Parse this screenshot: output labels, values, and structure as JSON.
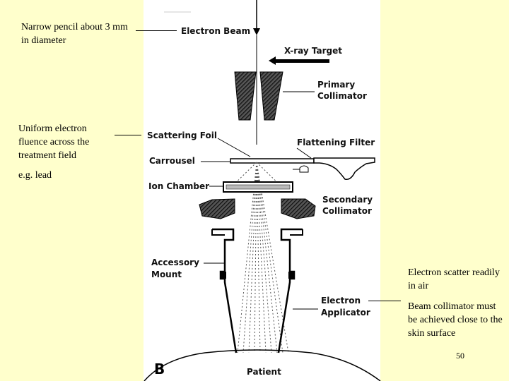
{
  "notes": {
    "narrow_pencil": "Narrow pencil about 3 mm in diameter",
    "uniform_fluence": "Uniform electron fluence across the treatment field",
    "eg_lead": "e.g. lead",
    "electron_scatter": "Electron scatter readily in air",
    "beam_collimator": "Beam collimator must be achieved close to the skin surface"
  },
  "labels": {
    "electron_beam": "Electron Beam",
    "xray_target": "X-ray Target",
    "primary_collimator_1": "Primary",
    "primary_collimator_2": "Collimator",
    "scattering_foil": "Scattering Foil",
    "flattening_filter": "Flattening Filter",
    "carrousel": "Carrousel",
    "ion_chamber": "Ion Chamber",
    "secondary_collimator_1": "Secondary",
    "secondary_collimator_2": "Collimator",
    "accessory_mount_1": "Accessory",
    "accessory_mount_2": "Mount",
    "electron_applicator_1": "Electron",
    "electron_applicator_2": "Applicator",
    "patient": "Patient",
    "panel_letter": "B"
  },
  "page_number": "50"
}
